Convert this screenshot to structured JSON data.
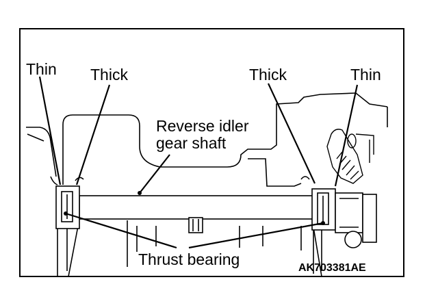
{
  "labels": {
    "thin_left": "Thin",
    "thick_left": "Thick",
    "thick_right": "Thick",
    "thin_right": "Thin",
    "shaft": "Reverse idler\ngear shaft",
    "bearing": "Thrust bearing"
  },
  "figure_id": "AK703381AE",
  "colors": {
    "ink": "#000000",
    "paper": "#ffffff"
  }
}
